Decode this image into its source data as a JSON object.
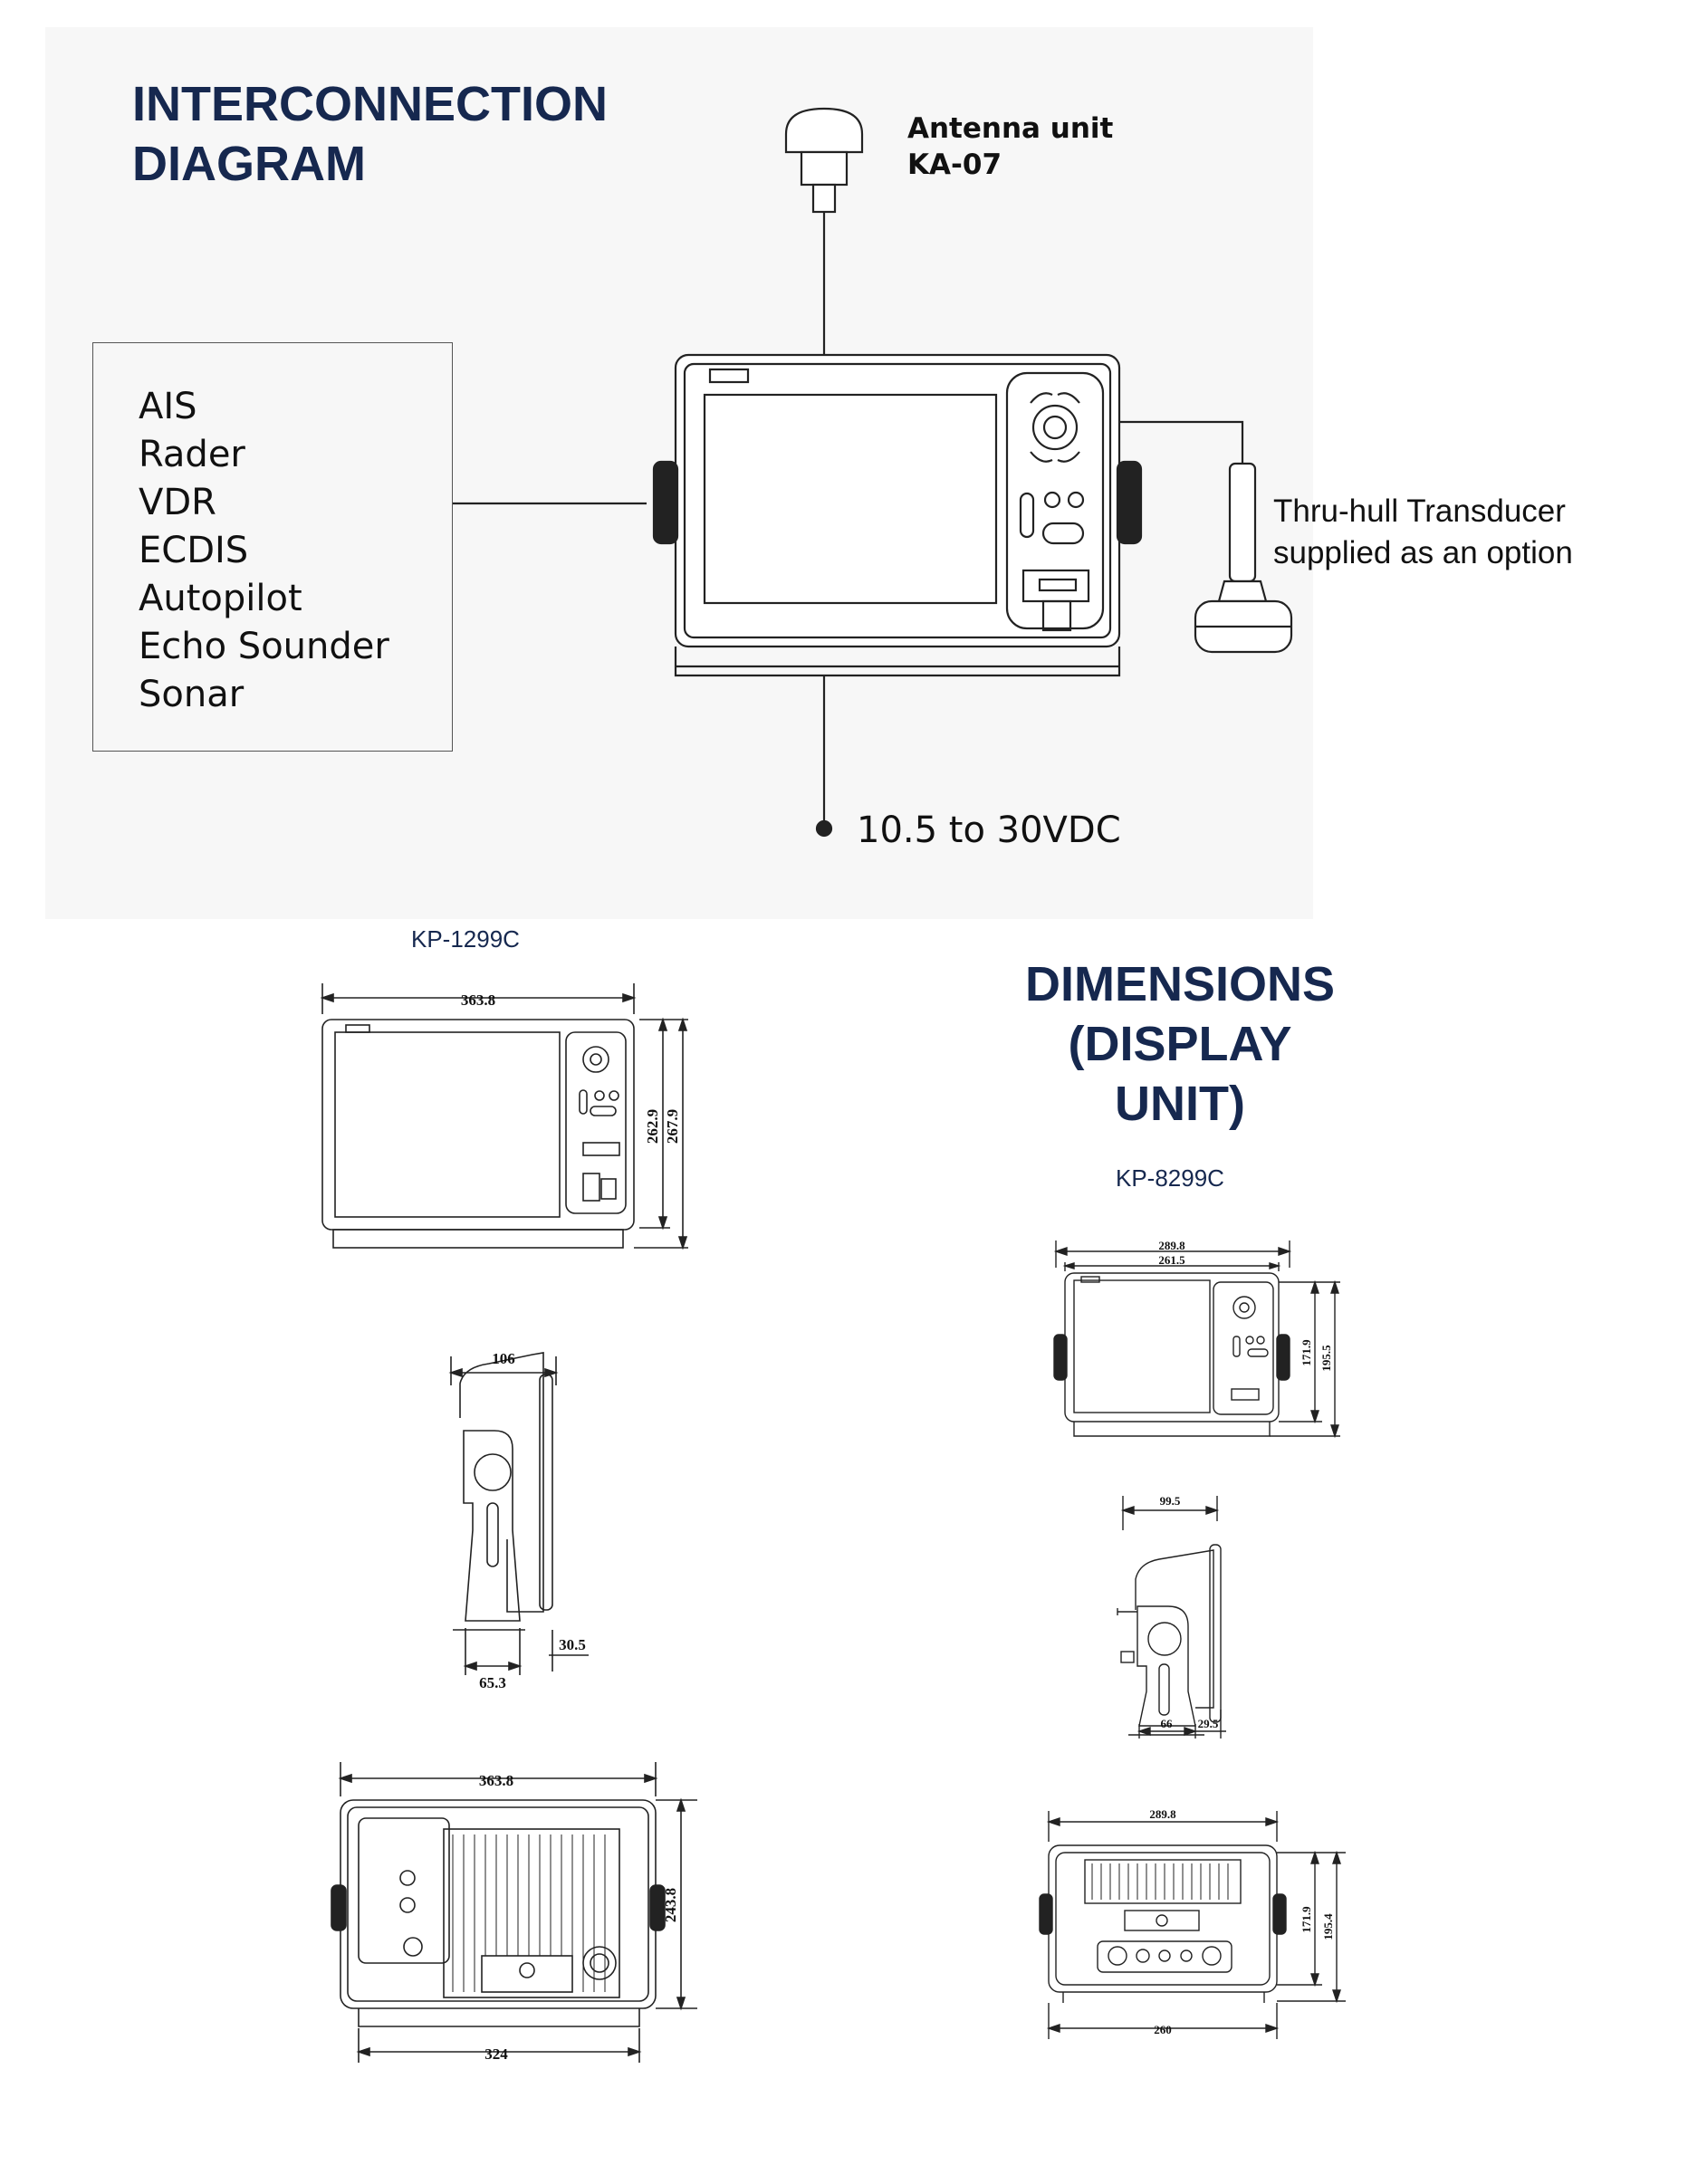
{
  "interconnection": {
    "title_line1": "INTERCONNECTION",
    "title_line2": "DIAGRAM",
    "connected_devices": [
      "AIS",
      "Rader",
      "VDR",
      "ECDIS",
      "Autopilot",
      "Echo Sounder",
      "Sonar"
    ],
    "antenna": {
      "line1": "Antenna unit",
      "line2": "KA-07"
    },
    "transducer": {
      "line1": "Thru-hull Transducer",
      "line2": "supplied as an option"
    },
    "power": "10.5 to 30VDC"
  },
  "dimensions": {
    "title_line1": "DIMENSIONS",
    "title_line2": "(DISPLAY UNIT)",
    "unit_a": {
      "model": "KP-1299C",
      "front": {
        "width": "363.8",
        "height_inner": "262.9",
        "height_outer": "267.9"
      },
      "side": {
        "depth": "106",
        "base": "65.3",
        "offset": "30.5"
      },
      "rear": {
        "width": "363.8",
        "base_width": "324",
        "height": "243.8"
      }
    },
    "unit_b": {
      "model": "KP-8299C",
      "front": {
        "width_outer": "289.8",
        "width_inner": "261.5",
        "height_inner": "171.9",
        "height_outer": "195.5"
      },
      "side": {
        "depth": "99.5",
        "base": "66",
        "offset": "29.5"
      },
      "rear": {
        "width": "289.8",
        "base_width": "260",
        "height_inner": "171.9",
        "height_outer": "195.4"
      }
    }
  },
  "colors": {
    "heading": "#16284f",
    "line": "#222222",
    "panel": "#f7f7f7"
  }
}
